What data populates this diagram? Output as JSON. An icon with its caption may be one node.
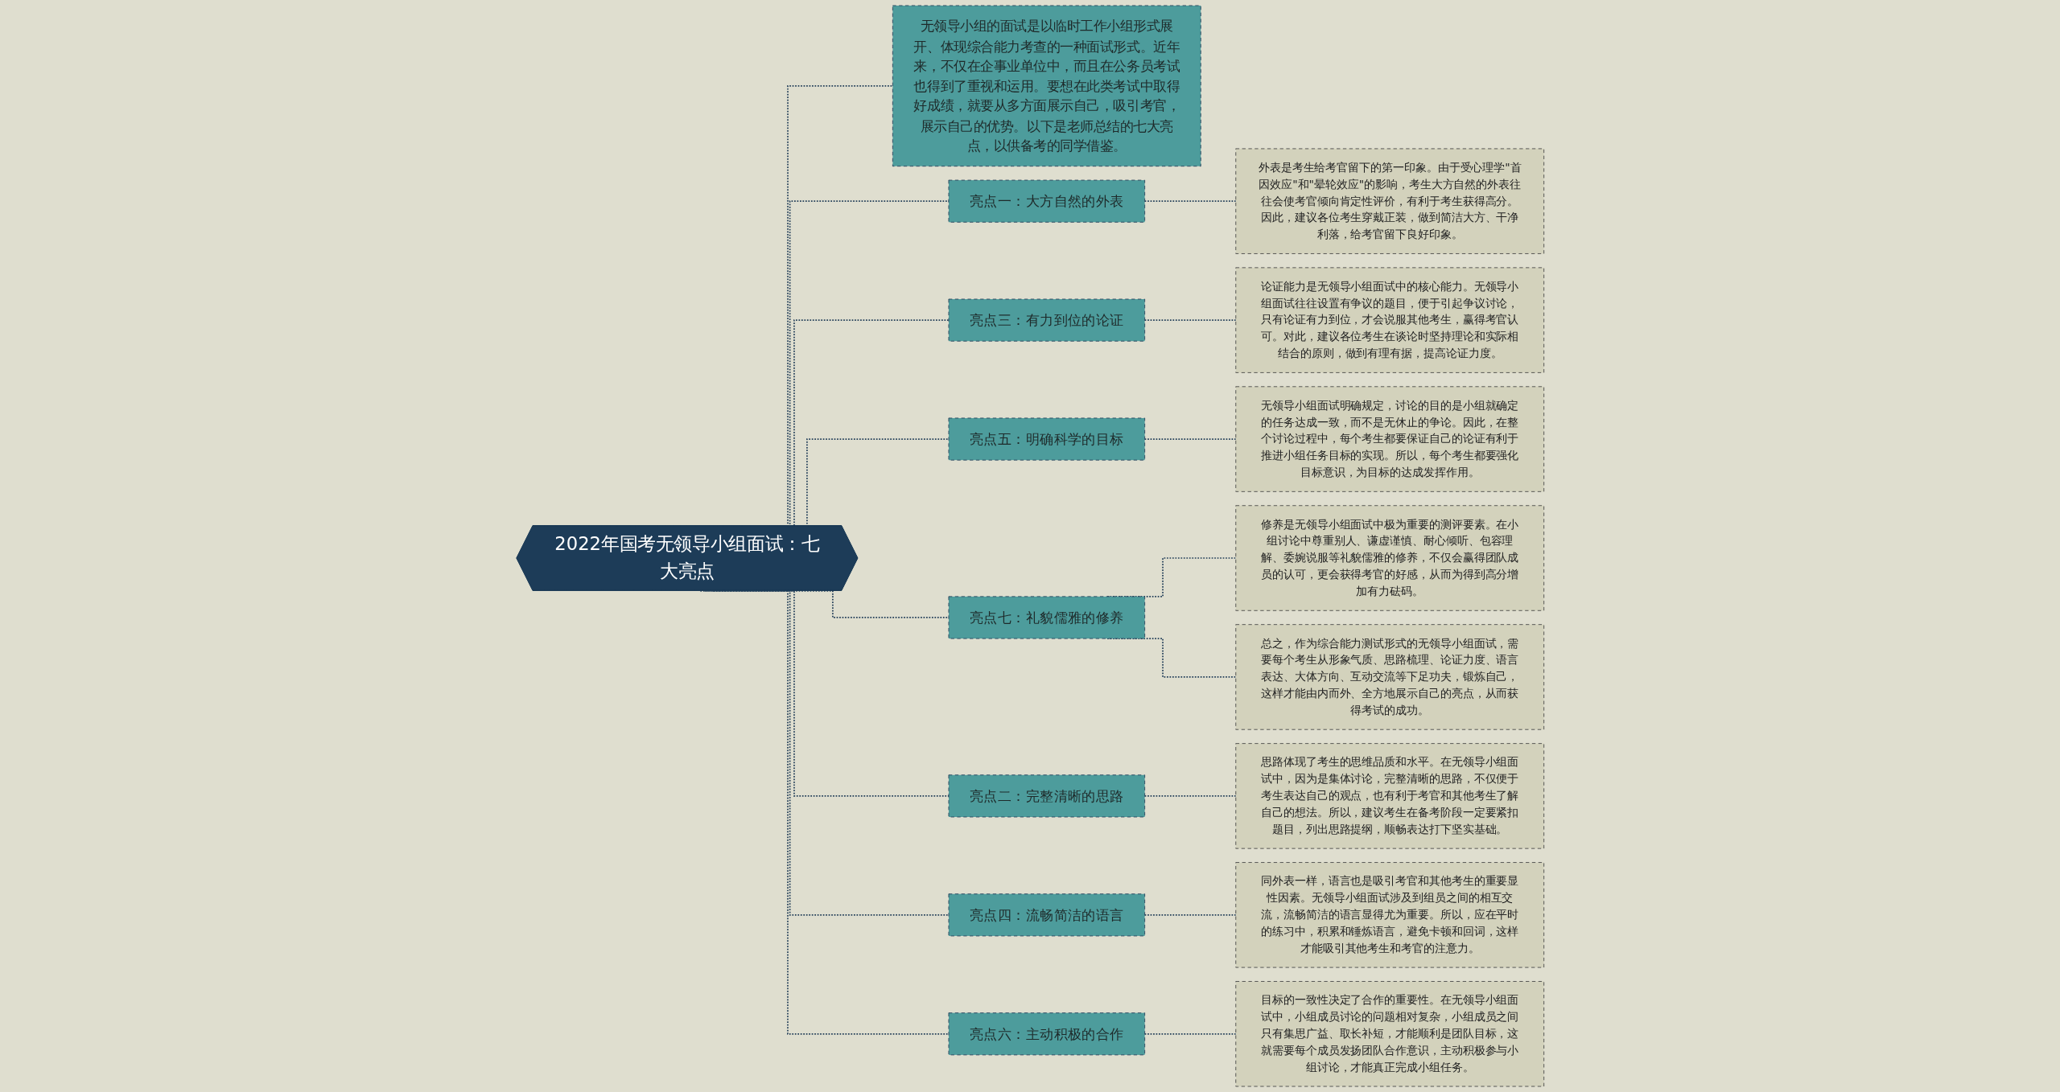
{
  "diagram": {
    "nodes": [
      {
        "text": [
          "2022年国考无领导小组面试：七大亮点"
        ]
      },
      {
        "text": [
          "无领导小组的面试是以临时工作小组形式展开、体现综合能力考查的一种面试形式。近年来，不仅在企事业单位中，而且在公务员考试也得到了重视和运用。要想在此类考试中取得好成绩，就要从多方面展示自己，吸引考官，展示自己的优势。以下是老师总结的七大亮点，以供备考的同学借鉴。"
        ]
      },
      {
        "text": [
          "亮点一：大方自然的外表"
        ]
      },
      {
        "text": [
          "外表是考生给考官留下的第一印象。由于受心理学\"首因效应\"和\"晕轮效应\"的影响，考生大方自然的外表往往会使考官倾向肯定性评价，有利于考生获得高分。因此，建议各位考生穿戴正装，做到简洁大方、干净利落，给考官留下良好印象。"
        ]
      },
      {
        "text": [
          "亮点三：有力到位的论证"
        ]
      },
      {
        "text": [
          "论证能力是无领导小组面试中的核心能力。无领导小组面试往往设置有争议的题目，便于引起争议讨论，只有论证有力到位，才会说服其他考生，赢得考官认可。对此，建议各位考生在谈论时坚持理论和实际相结合的原则，做到有理有据，提高论证力度。"
        ]
      },
      {
        "text": [
          "亮点五：明确科学的目标"
        ]
      },
      {
        "text": [
          "无领导小组面试明确规定，讨论的目的是小组就确定的任务达成一致，而不是无休止的争论。因此，在整个讨论过程中，每个考生都要保证自己的论证有利于推进小组任务目标的实现。所以，每个考生都要强化目标意识，为目标的达成发挥作用。"
        ]
      },
      {
        "text": [
          "亮点七：礼貌儒雅的修养"
        ]
      },
      {
        "text": [
          "修养是无领导小组面试中极为重要的测评要素。在小组讨论中尊重别人、谦虚谨慎、耐心倾听、包容理解、委婉说服等礼貌儒雅的修养，不仅会赢得团队成员的认可，更会获得考官的好感，从而为得到高分增加有力砝码。"
        ]
      },
      {
        "text": [
          "总之，作为综合能力测试形式的无领导小组面试，需要每个考生从形象气质、思路梳理、论证力度、语言表达、大体方向、互动交流等下足功夫，锻炼自己，这样才能由内而外、全方地展示自己的亮点，从而获得考试的成功。"
        ]
      },
      {
        "text": [
          "亮点二：完整清晰的思路"
        ]
      },
      {
        "text": [
          "思路体现了考生的思维品质和水平。在无领导小组面试中，因为是集体讨论，完整清晰的思路，不仅便于考生表达自己的观点，也有利于考官和其他考生了解自己的想法。所以，建议考生在备考阶段一定要紧扣题目，列出思路提纲，顺畅表达打下坚实基础。"
        ]
      },
      {
        "text": [
          "亮点四：流畅简洁的语言"
        ]
      },
      {
        "text": [
          "同外表一样，语言也是吸引考官和其他考生的重要显性因素。无领导小组面试涉及到组员之间的相互交流，流畅简洁的语言显得尤为重要。所以，应在平时的练习中，积累和锤炼语言，避免卡顿和回词，这样才能吸引其他考生和考官的注意力。"
        ]
      },
      {
        "text": [
          "亮点六：主动积极的合作"
        ]
      },
      {
        "text": [
          "目标的一致性决定了合作的重要性。在无领导小组面试中，小组成员讨论的问题相对复杂，小组成员之间只有集思广益、取长补短，才能顺利是团队目标，这就需要每个成员发扬团队合作意识，主动积极参与小组讨论，才能真正完成小组任务。"
        ]
      }
    ],
    "edges": [
      {
        "from": 0,
        "to": 1,
        "arrow": "none",
        "style": "dashed"
      },
      {
        "from": 0,
        "to": 2,
        "arrow": "none",
        "style": "dashed"
      },
      {
        "from": 2,
        "to": 3,
        "arrow": "none",
        "style": "dashed"
      },
      {
        "from": 0,
        "to": 4,
        "arrow": "none",
        "style": "dashed"
      },
      {
        "from": 4,
        "to": 5,
        "arrow": "none",
        "style": "dashed"
      },
      {
        "from": 0,
        "to": 6,
        "arrow": "none",
        "style": "dashed"
      },
      {
        "from": 6,
        "to": 7,
        "arrow": "none",
        "style": "dashed"
      },
      {
        "from": 0,
        "to": 8,
        "arrow": "none",
        "style": "dashed"
      },
      {
        "from": 8,
        "to": 9,
        "arrow": "none",
        "style": "dashed"
      },
      {
        "from": 8,
        "to": 10,
        "arrow": "none",
        "style": "dashed"
      },
      {
        "from": 0,
        "to": 11,
        "arrow": "none",
        "style": "dashed"
      },
      {
        "from": 11,
        "to": 12,
        "arrow": "none",
        "style": "dashed"
      },
      {
        "from": 0,
        "to": 13,
        "arrow": "none",
        "style": "dashed"
      },
      {
        "from": 13,
        "to": 14,
        "arrow": "none",
        "style": "dashed"
      },
      {
        "from": 0,
        "to": 15,
        "arrow": "none",
        "style": "dashed"
      },
      {
        "from": 15,
        "to": 16,
        "arrow": "none",
        "style": "dashed"
      }
    ]
  }
}
